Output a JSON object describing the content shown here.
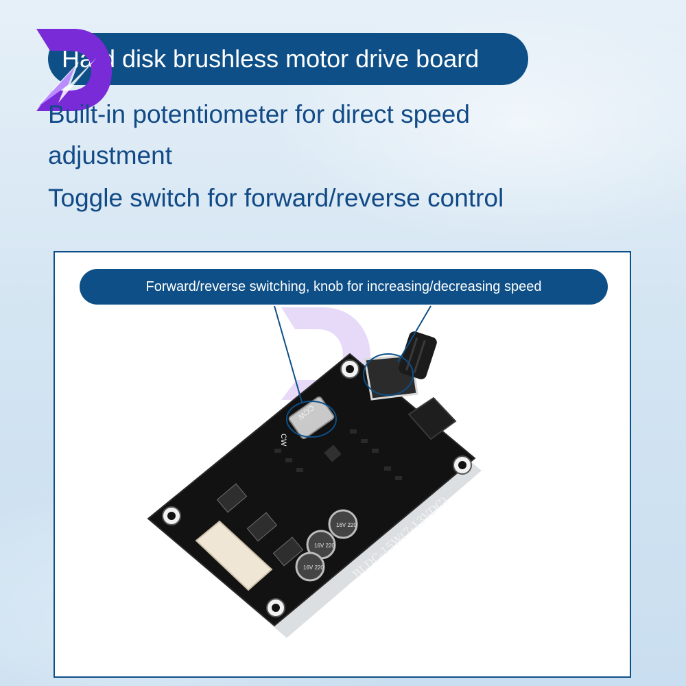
{
  "header": {
    "title": "Hard disk brushless motor drive board",
    "logo_icon": "brand-d-logo-icon"
  },
  "features": [
    "Built-in potentiometer for direct speed",
    "adjustment",
    "Toggle switch for forward/reverse control"
  ],
  "photo": {
    "callout": "Forward/reverse switching, knob for increasing/decreasing speed",
    "board_silkscreen": {
      "model": "BLDC-15W(7-13VDC)",
      "ccw": "CCW",
      "cw": "CW",
      "cap_a": "16V 220",
      "cap_b": "16V 220",
      "cap_c": "16V 220"
    }
  },
  "colors": {
    "brand_blue": "#0d4f86",
    "text_blue": "#114a86",
    "logo_purple": "#7a2bd8",
    "board_black": "#121212"
  }
}
